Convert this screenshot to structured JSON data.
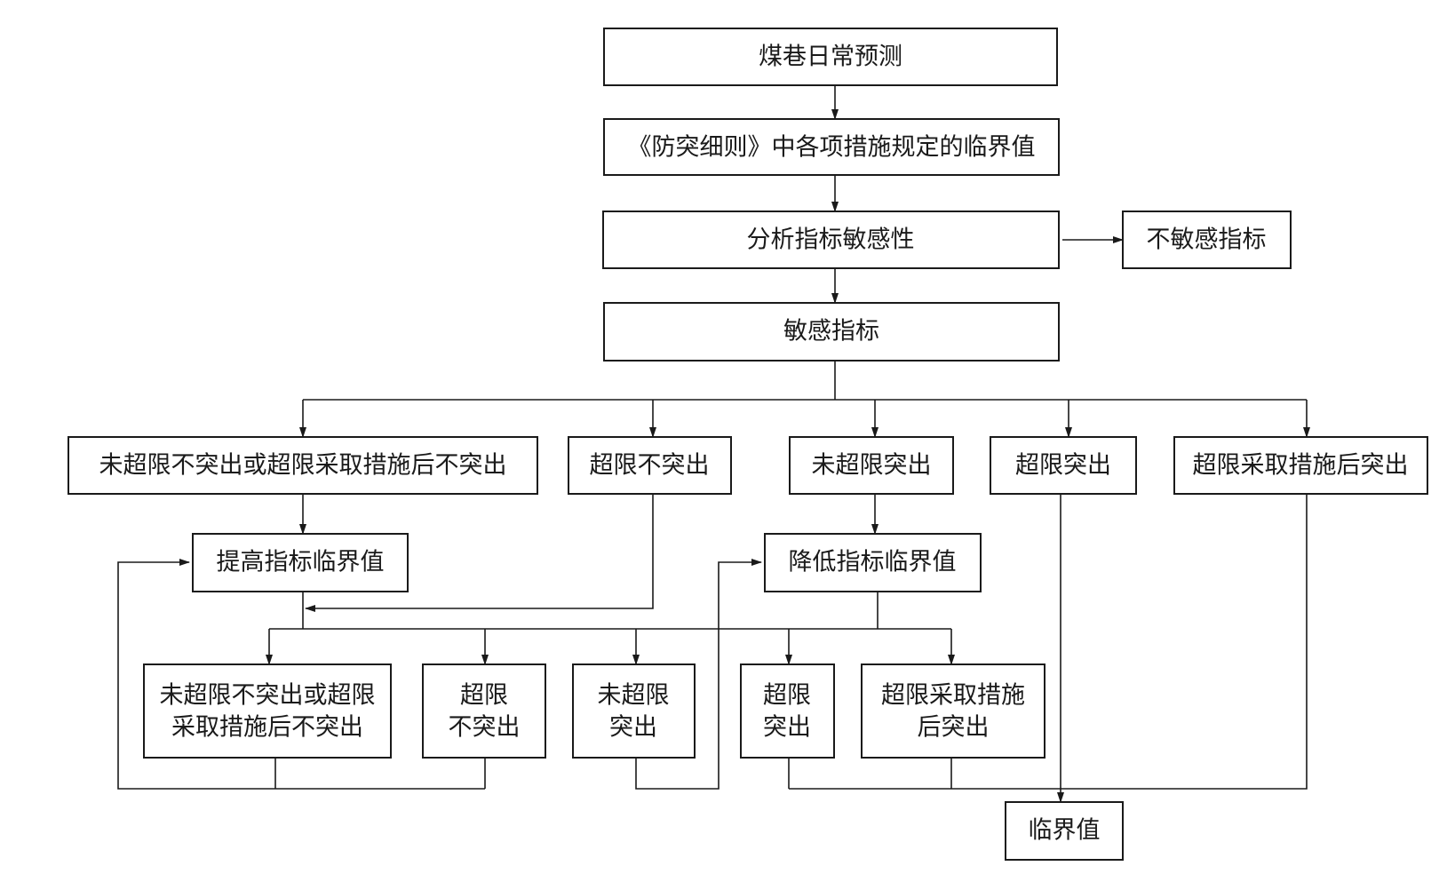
{
  "diagram": {
    "nodes": {
      "daily_forecast": "煤巷日常预测",
      "critical_values_rules": "《防突细则》中各项措施规定的临界值",
      "sensitivity_analysis": "分析指标敏感性",
      "insensitive_indicators": "不敏感指标",
      "sensitive_indicators": "敏感指标",
      "r1_case_a": "未超限不突出或超限采取措施后不突出",
      "r1_case_b": "超限不突出",
      "r1_case_c": "未超限突出",
      "r1_case_d": "超限突出",
      "r1_case_e": "超限采取措施后突出",
      "raise_critical": "提高指标临界值",
      "lower_critical": "降低指标临界值",
      "r2_case_a": [
        "未超限不突出或超限",
        "采取措施后不突出"
      ],
      "r2_case_b": [
        "超限",
        "不突出"
      ],
      "r2_case_c": [
        "未超限",
        "突出"
      ],
      "r2_case_d": [
        "超限",
        "突出"
      ],
      "r2_case_e": [
        "超限采取措施",
        "后突出"
      ],
      "critical_value": "临界值"
    }
  }
}
